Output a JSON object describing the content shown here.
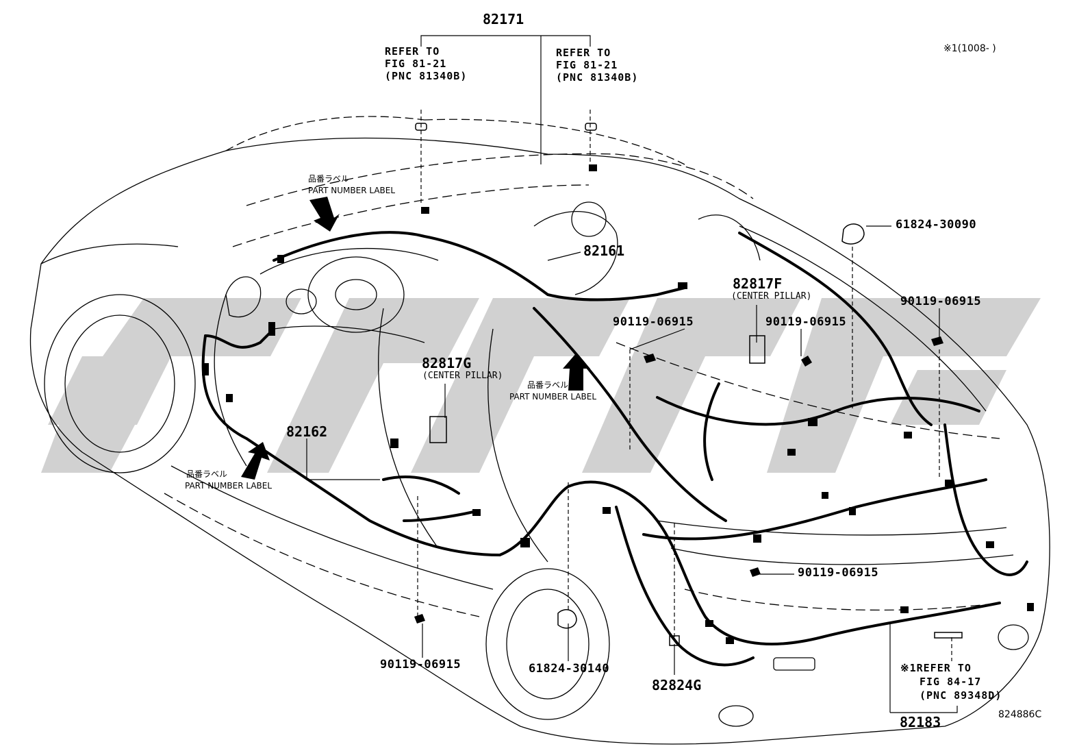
{
  "diagram": {
    "note_top_right": "※1(1008-      )",
    "figure_code": "824886C",
    "callouts": {
      "p82171": "82171",
      "refer_left": [
        "REFER TO",
        "FIG 81-21",
        "(PNC 81340B)"
      ],
      "refer_right": [
        "REFER TO",
        "FIG 81-21",
        "(PNC 81340B)"
      ],
      "p82161": "82161",
      "p61824_30090": "61824-30090",
      "p82817F": "82817F",
      "center_pillar_f": "(CENTER PILLAR)",
      "p90119_a": "90119-06915",
      "p90119_b": "90119-06915",
      "p90119_c": "90119-06915",
      "p82817G": "82817G",
      "center_pillar_g": "(CENTER PILLAR)",
      "p82162": "82162",
      "p90119_d": "90119-06915",
      "p90119_e": "90119-06915",
      "p61824_30140": "61824-30140",
      "p82824G": "82824G",
      "refer_bottom": [
        "※1REFER TO",
        "FIG 84-17",
        "(PNC 89348D)"
      ],
      "p82183": "82183"
    },
    "part_labels": {
      "top": [
        "品番ラベル",
        "PART NUMBER LABEL"
      ],
      "middle": [
        "品番ラベル",
        "PART NUMBER LABEL"
      ],
      "left": [
        "品番ラベル",
        "PART NUMBER LABEL"
      ]
    }
  },
  "colors": {
    "line": "#000000",
    "watermark": "#c8c8c8",
    "background": "#ffffff"
  }
}
